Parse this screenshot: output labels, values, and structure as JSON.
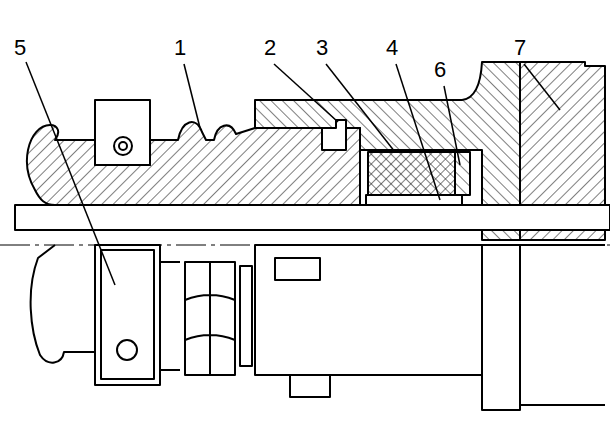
{
  "diagram": {
    "labels": [
      "5",
      "1",
      "2",
      "3",
      "4",
      "6",
      "7"
    ]
  }
}
